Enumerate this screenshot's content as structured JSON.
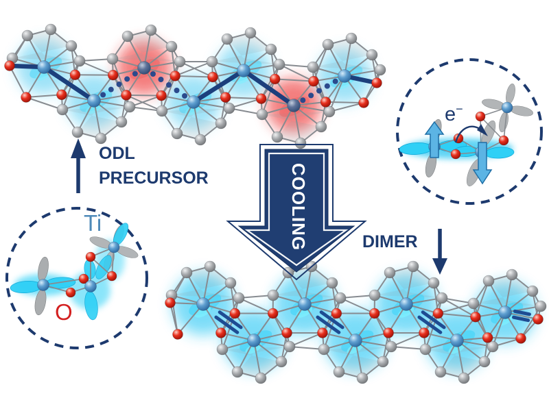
{
  "labels": {
    "precursor_line1": "ODL",
    "precursor_line2": "PRECURSOR",
    "cooling": "COOLING",
    "dimer": "DIMER",
    "atom_ti": "Ti",
    "atom_o": "O",
    "electron_base": "e",
    "electron_sup": "−"
  },
  "colors": {
    "navy": "#1d3a6e",
    "cooling_arrow_fill": "#203e72",
    "ti_atom_blue": "#4a8ec2",
    "ti_atom_dark": "#44597f",
    "o_atom_red": "#e01a1a",
    "gray_atom": "#9c9ea1",
    "bond_gray": "#878b90",
    "glow_blue": "#3cc6f0",
    "glow_red": "#ec2222",
    "orbital_cyan": "#2fd0f6",
    "orbital_gray": "#aaadaf",
    "spin_arrow_blue": "#5cb4e4",
    "ti_label_blue": "#4e8ab8",
    "o_label_red": "#d32020"
  },
  "molecules": {
    "top_chain": {
      "site_glows": [
        "blue",
        "blue",
        "red",
        "blue",
        "blue",
        "red",
        "blue"
      ],
      "bond_styles": [
        "solid",
        "solid",
        "dotted",
        "dotted",
        "solid",
        "solid",
        "dotted",
        "solid"
      ]
    },
    "bottom_chain": {
      "site_glows": [
        "blue",
        "blue",
        "blue",
        "blue",
        "blue",
        "blue",
        "blue"
      ],
      "bond_styles": [
        "none",
        "dimer",
        "none",
        "dimer",
        "none",
        "dimer",
        "none",
        "dimer"
      ]
    }
  }
}
